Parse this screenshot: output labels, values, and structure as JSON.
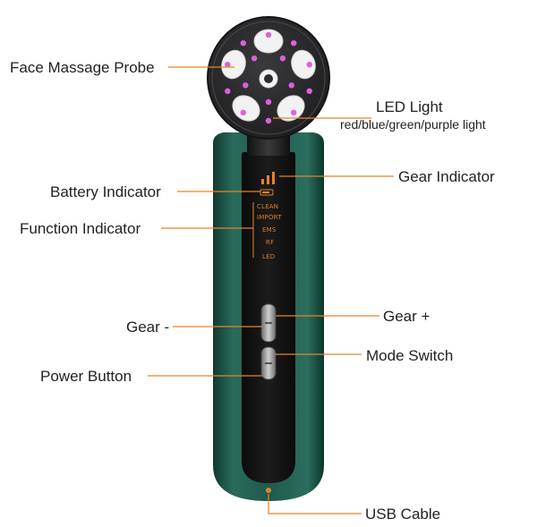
{
  "labels": {
    "probe": "Face Massage Probe",
    "led_light": "LED Light",
    "led_colors": "red/blue/green/purple light",
    "gear_indicator": "Gear Indicator",
    "battery_indicator": "Battery Indicator",
    "function_indicator": "Function Indicator",
    "gear_minus": "Gear -",
    "gear_plus": "Gear +",
    "mode_switch": "Mode Switch",
    "power_button": "Power Button",
    "usb_cable": "USB Cable"
  },
  "display": {
    "functions": [
      "CLEAN",
      "IMPORT",
      "EMS",
      "RF",
      "LED"
    ]
  },
  "colors": {
    "body": "#1f5a4c",
    "body_dark": "#123c32",
    "head": "#2b2b2d",
    "led": "#e05fd8",
    "accent": "#e8822b",
    "leader": "#e8822b"
  }
}
